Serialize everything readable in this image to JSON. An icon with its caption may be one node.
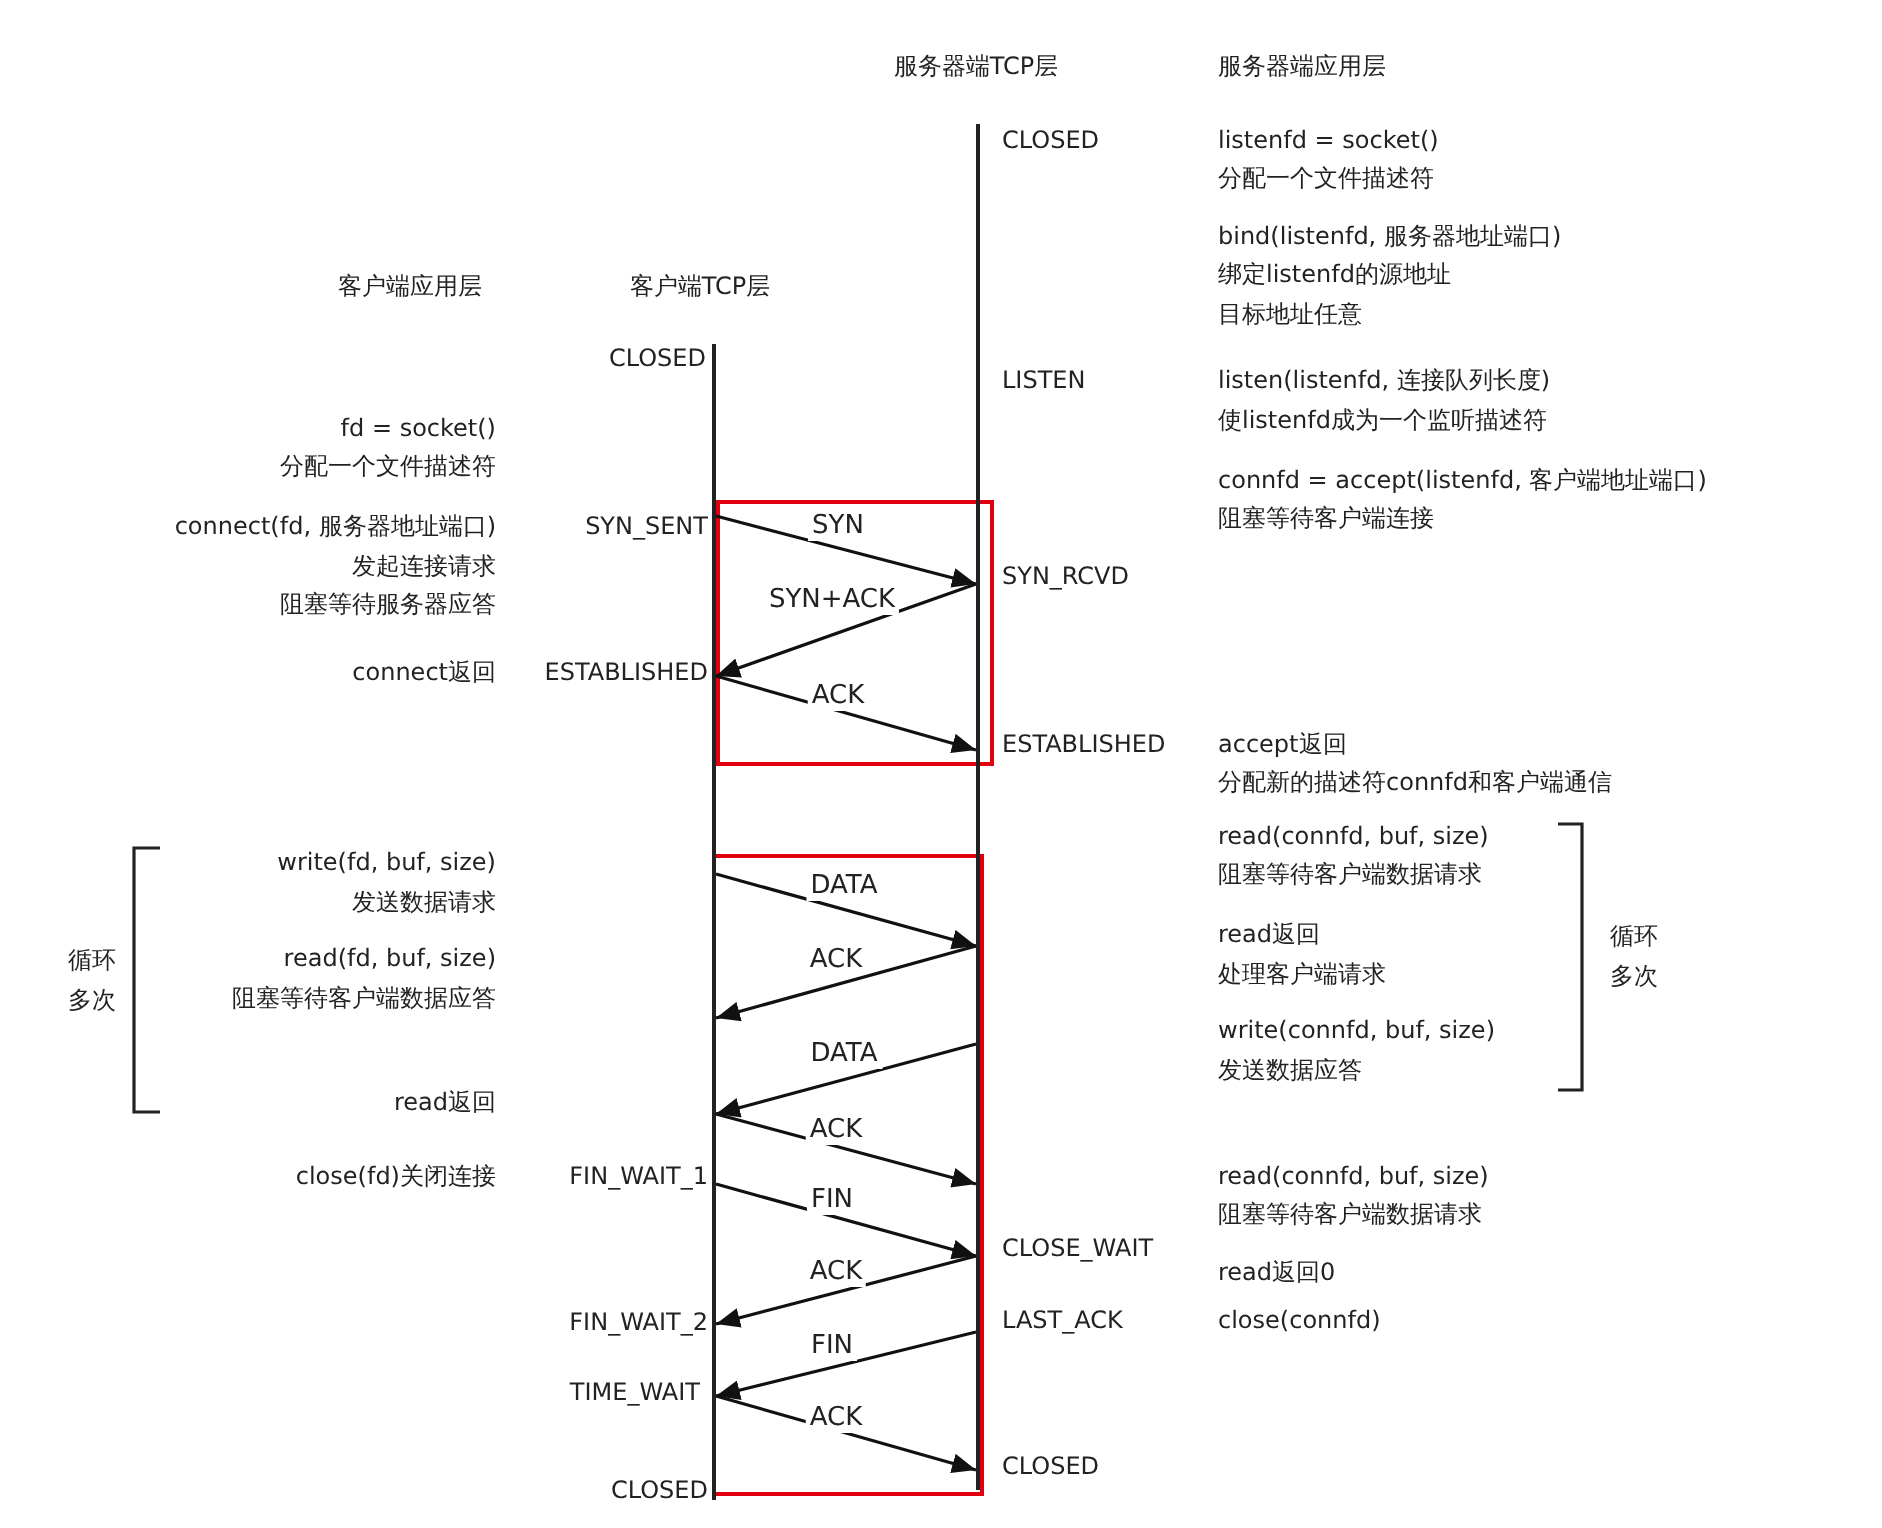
{
  "diagram": {
    "nodes": [
      {
        "text": [
          "服务器端TCP层"
        ]
      },
      {
        "text": [
          "客户端TCP层"
        ]
      }
    ],
    "edges": [
      {
        "from": 1,
        "to": 0,
        "arrow": "to",
        "label": "SYN"
      },
      {
        "from": 0,
        "to": 1,
        "arrow": "to",
        "label": "SYN+ACK"
      },
      {
        "from": 1,
        "to": 0,
        "arrow": "to",
        "label": "ACK"
      },
      {
        "from": 1,
        "to": 0,
        "arrow": "to",
        "label": "DATA"
      },
      {
        "from": 0,
        "to": 1,
        "arrow": "to",
        "label": "ACK"
      },
      {
        "from": 0,
        "to": 1,
        "arrow": "to",
        "label": "DATA"
      },
      {
        "from": 1,
        "to": 0,
        "arrow": "to",
        "label": "ACK"
      },
      {
        "from": 1,
        "to": 0,
        "arrow": "to",
        "label": "FIN"
      },
      {
        "from": 0,
        "to": 1,
        "arrow": "to",
        "label": "ACK"
      },
      {
        "from": 0,
        "to": 1,
        "arrow": "to",
        "label": "FIN"
      },
      {
        "from": 1,
        "to": 0,
        "arrow": "to",
        "label": "ACK"
      }
    ],
    "labels": [
      "服务器端应用层",
      "CLOSED",
      "listenfd = socket()",
      "分配一个文件描述符",
      "bind(listenfd, 服务器地址端口)",
      "客户端应用层",
      "绑定listenfd的源地址",
      "目标地址任意",
      "CLOSED",
      "LISTEN",
      "listen(listenfd, 连接队列长度)",
      "fd = socket()",
      "使listenfd成为一个监听描述符",
      "分配一个文件描述符",
      "connfd = accept(listenfd, 客户端地址端口)",
      "connect(fd, 服务器地址端口)",
      "SYN_SENT",
      "阻塞等待客户端连接",
      "发起连接请求",
      "SYN_RCVD",
      "阻塞等待服务器应答",
      "connect返回",
      "ESTABLISHED",
      "ESTABLISHED",
      "accept返回",
      "分配新的描述符connfd和客户端通信",
      "read(connfd, buf, size)",
      "write(fd, buf, size)",
      "阻塞等待客户端数据请求",
      "发送数据请求",
      "read返回",
      "循环",
      "循环",
      "read(fd, buf, size)",
      "处理客户端请求",
      "多次",
      "多次",
      "阻塞等待客户端数据应答",
      "write(connfd, buf, size)",
      "发送数据应答",
      "read返回",
      "close(fd)关闭连接",
      "FIN_WAIT_1",
      "read(connfd, buf, size)",
      "阻塞等待客户端数据请求",
      "CLOSE_WAIT",
      "read返回0",
      "FIN_WAIT_2",
      "LAST_ACK",
      "close(connfd)",
      "TIME_WAIT",
      "CLOSED",
      "CLOSED"
    ]
  }
}
